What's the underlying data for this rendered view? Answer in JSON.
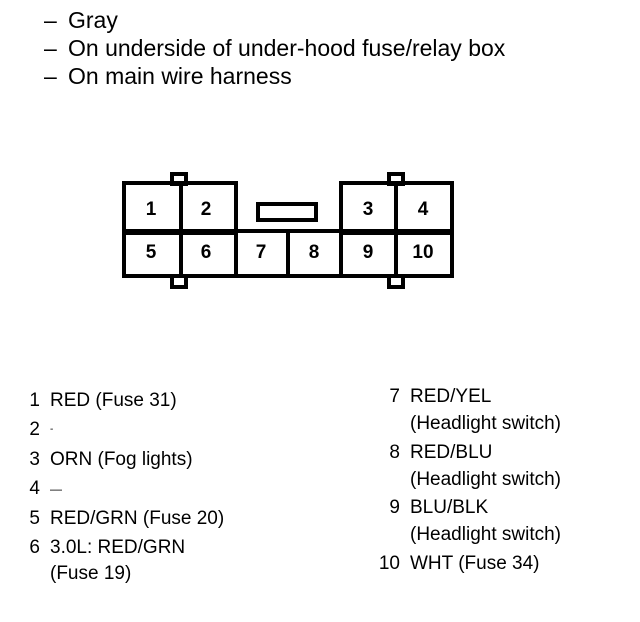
{
  "header": {
    "lines": [
      {
        "dash": "–",
        "text": "Gray"
      },
      {
        "dash": "–",
        "text": "On underside of under-hood fuse/relay box"
      },
      {
        "dash": "–",
        "text": "On main wire harness"
      }
    ]
  },
  "connector": {
    "top_row": [
      "1",
      "2",
      "3",
      "4"
    ],
    "bottom_row": [
      "5",
      "6",
      "7",
      "8",
      "9",
      "10"
    ]
  },
  "wires_left": [
    {
      "num": "1",
      "desc": "RED (Fuse 31)",
      "cont": ""
    },
    {
      "num": "2",
      "desc": "-",
      "cont": ""
    },
    {
      "num": "3",
      "desc": "ORN (Fog lights)",
      "cont": ""
    },
    {
      "num": "4",
      "desc": "—",
      "cont": ""
    },
    {
      "num": "5",
      "desc": "RED/GRN (Fuse 20)",
      "cont": ""
    },
    {
      "num": "6",
      "desc": "3.0L: RED/GRN",
      "cont": "(Fuse 19)"
    }
  ],
  "wires_right": [
    {
      "num": "7",
      "desc": "RED/YEL",
      "cont": "(Headlight switch)"
    },
    {
      "num": "8",
      "desc": "RED/BLU",
      "cont": "(Headlight switch)"
    },
    {
      "num": "9",
      "desc": "BLU/BLK",
      "cont": "(Headlight switch)"
    },
    {
      "num": "10",
      "desc": "WHT (Fuse 34)",
      "cont": ""
    }
  ]
}
